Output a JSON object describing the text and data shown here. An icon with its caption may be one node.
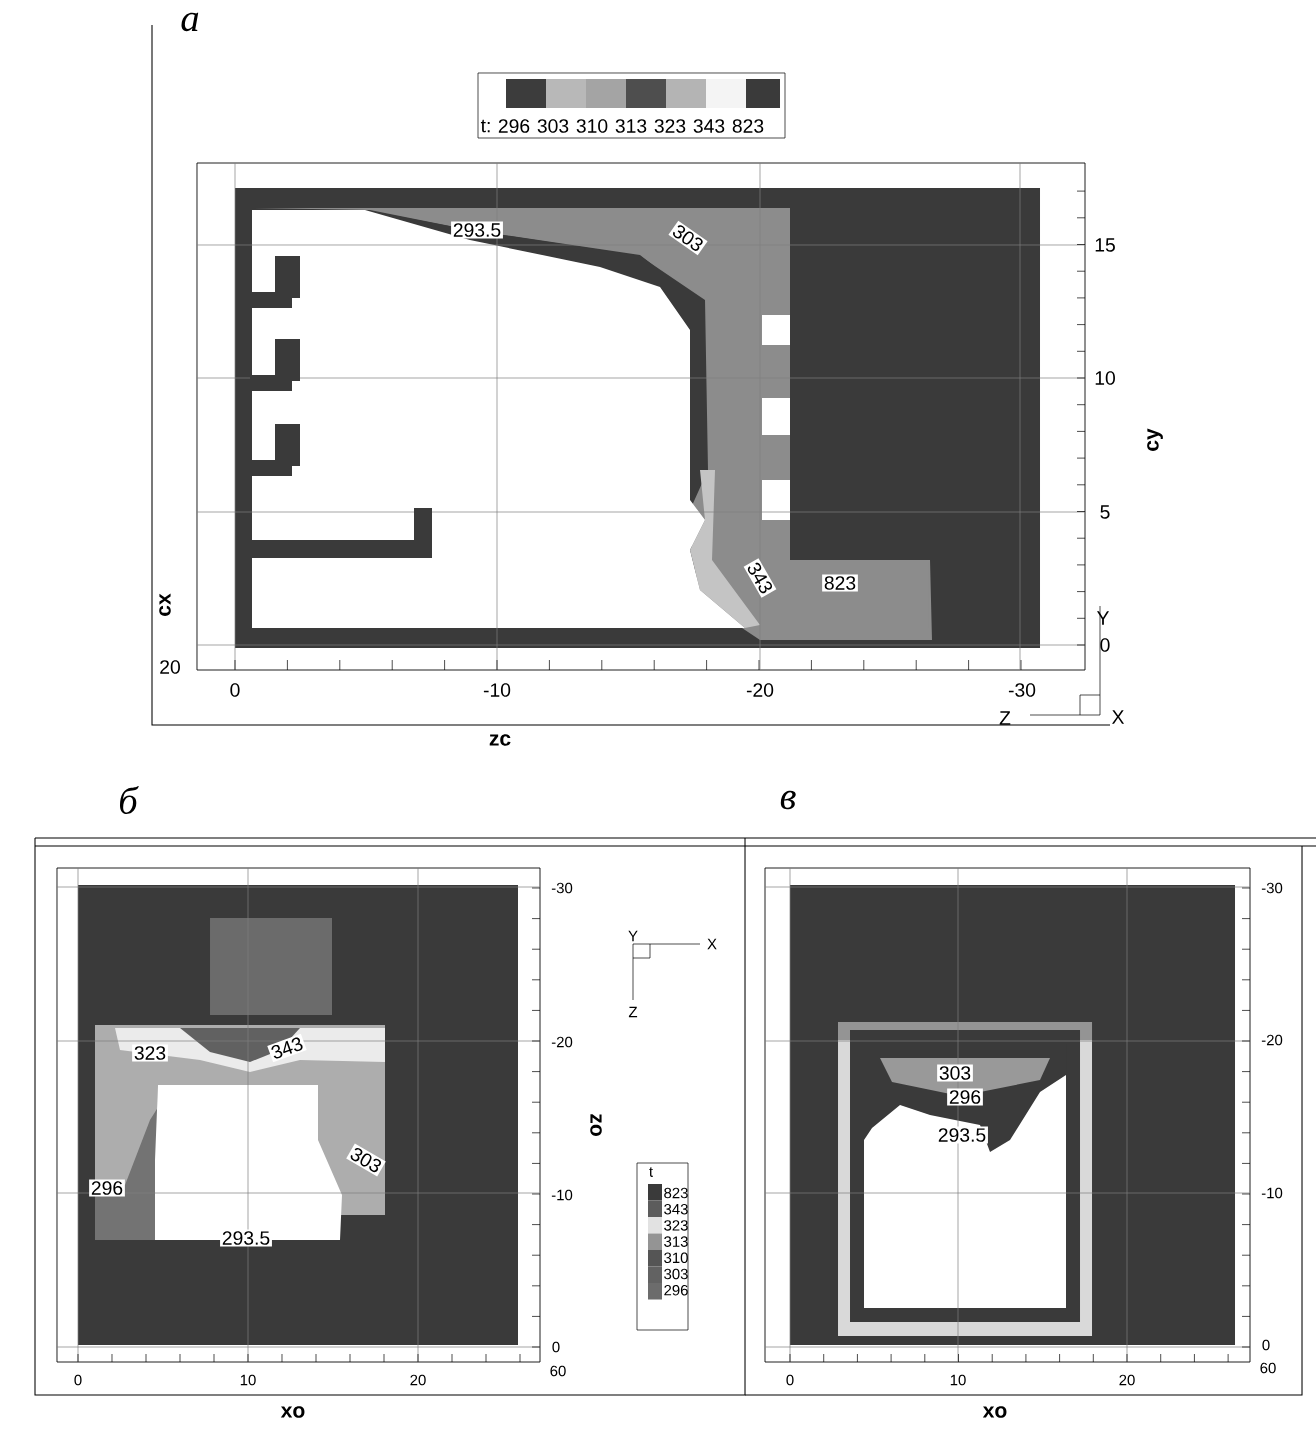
{
  "diagram": {
    "labels": [
      "а",
      "t:",
      "293.5",
      "303",
      "343",
      "823",
      "15",
      "10",
      "5",
      "0",
      "cy",
      "cx",
      "20",
      "0",
      "-10",
      "-20",
      "-30",
      "zc",
      "Y",
      "Z",
      "X",
      "б",
      "323",
      "343",
      "303",
      "296",
      "293.5",
      "-30",
      "-20",
      "-10",
      "0",
      "60",
      "zo",
      "0",
      "10",
      "20",
      "xo",
      "Y",
      "X",
      "Z",
      "t",
      "в",
      "303",
      "296",
      "293.5",
      "-30",
      "-20",
      "-10",
      "0",
      "60",
      "0",
      "10",
      "20",
      "xo"
    ],
    "legend": [
      {
        "text": "296",
        "color": "#3c3c3c"
      },
      {
        "text": "303",
        "color": "#b8b8b8"
      },
      {
        "text": "310",
        "color": "#a4a4a4"
      },
      {
        "text": "313",
        "color": "#4e4e4e"
      },
      {
        "text": "323",
        "color": "#b4b4b4"
      },
      {
        "text": "343",
        "color": "#f4f4f4"
      },
      {
        "text": "823",
        "color": "#3a3a3a"
      },
      {
        "text": "823",
        "color": "#3a3a3a"
      },
      {
        "text": "343",
        "color": "#5c5c5c"
      },
      {
        "text": "323",
        "color": "#e2e2e2"
      },
      {
        "text": "313",
        "color": "#949494"
      },
      {
        "text": "310",
        "color": "#555555"
      },
      {
        "text": "303",
        "color": "#626262"
      },
      {
        "text": "296",
        "color": "#6c6c6c"
      }
    ]
  }
}
